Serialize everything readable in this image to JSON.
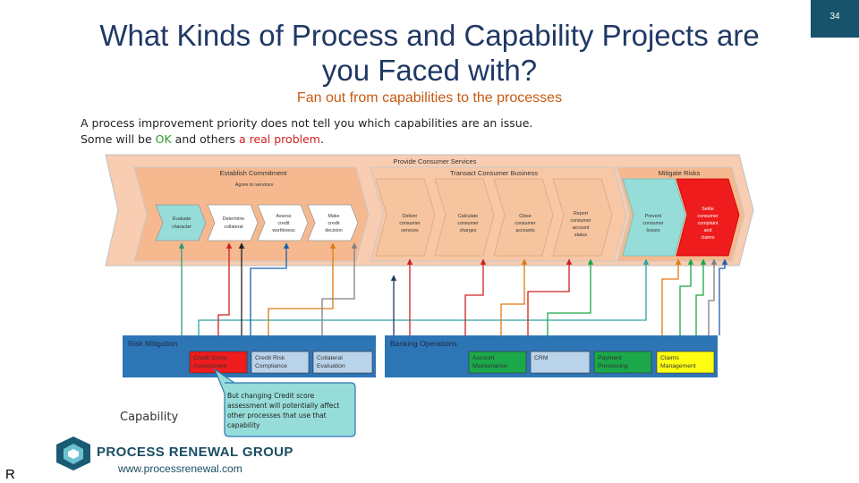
{
  "slide": {
    "number": "34",
    "title_line1": "What Kinds of Process and Capability Projects are",
    "title_line2": "you Faced with?",
    "subtitle": "Fan out from capabilities to the processes",
    "intro_line1": "A process improvement priority does not tell you which capabilities are an issue.",
    "intro_line2_a": "Some will be ",
    "intro_ok": "OK",
    "intro_line2_b": " and others ",
    "intro_bad": "a real problem",
    "intro_line2_c": "."
  },
  "diagram": {
    "header": "Provide Consumer Services",
    "groups": {
      "establish": "Establish Commitment",
      "agree": "Agree to services",
      "transact": "Transact Consumer Business",
      "mitigate": "Mitigate Risks"
    },
    "processes": [
      {
        "label": "Evaluate character",
        "fill": "#96dcd8"
      },
      {
        "label": "Determine collateral",
        "fill": "#ffffff"
      },
      {
        "label": "Assess credit worthiness",
        "fill": "#ffffff"
      },
      {
        "label": "Make credit decision",
        "fill": "#ffffff"
      },
      {
        "label": "Deliver consumer services",
        "fill": "#f6c49e"
      },
      {
        "label": "Calculate consumer charges",
        "fill": "#f6c49e"
      },
      {
        "label": "Close consumer accounts",
        "fill": "#f6c49e"
      },
      {
        "label": "Report consumer account status",
        "fill": "#f6c49e"
      },
      {
        "label": "Prevent consumer losses",
        "fill": "#96dcd8"
      },
      {
        "label": "Settle consumer complaint and claims",
        "fill": "#ee1c1c"
      }
    ],
    "risk_group": "Risk Mitigation",
    "banking_group": "Banking Operations",
    "capabilities": [
      {
        "label": "Credit Score Assessment",
        "fill": "#ee1c1c"
      },
      {
        "label": "Credit Risk Compliance",
        "fill": "#b9d3ea"
      },
      {
        "label": "Collateral Evaluation",
        "fill": "#b9d3ea"
      },
      {
        "label": "Account Maintenance",
        "fill": "#1ba84a"
      },
      {
        "label": "CRM",
        "fill": "#b9d3ea"
      },
      {
        "label": "Payment Processing",
        "fill": "#1ba84a"
      },
      {
        "label": "Claims Management",
        "fill": "#ffff14"
      }
    ],
    "callout": "But changing Credit score assessment will potentially affect other processes that use that capability",
    "capability_label": "Capability"
  },
  "footer": {
    "company": "PROCESS RENEWAL GROUP",
    "website": "www.processrenewal.com",
    "stray_letter": "R"
  },
  "colors": {
    "title": "#1f3864",
    "subtitle": "#c55a11",
    "band": "#f8cdb1",
    "capability_bar": "#2e75b6"
  }
}
